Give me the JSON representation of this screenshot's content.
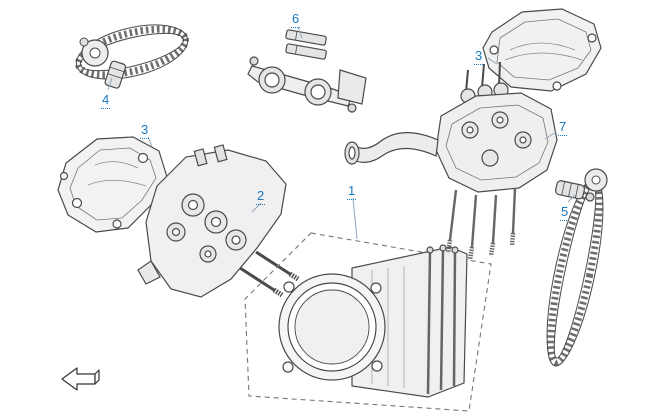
{
  "diagram": {
    "callouts": {
      "c1": {
        "label": "1"
      },
      "c2": {
        "label": "2"
      },
      "c3_left": {
        "label": "3"
      },
      "c3_right": {
        "label": "3"
      },
      "c4": {
        "label": "4"
      },
      "c5": {
        "label": "5"
      },
      "c6": {
        "label": "6"
      },
      "c7": {
        "label": "7"
      }
    },
    "parts": [
      {
        "callout": "1",
        "illustration": "cylinder-block"
      },
      {
        "callout": "2",
        "illustration": "cylinder-head"
      },
      {
        "callout": "3",
        "illustration": "cylinder-head-cover"
      },
      {
        "callout": "4",
        "illustration": "cam-chain-upper-section"
      },
      {
        "callout": "5",
        "illustration": "cam-chain-with-tensioner"
      },
      {
        "callout": "6",
        "illustration": "throttle-body-intake-assembly"
      },
      {
        "callout": "7",
        "illustration": "cylinder-head-assembly"
      }
    ],
    "icons": {
      "direction_arrow": "front-direction-arrow"
    },
    "colors": {
      "callout_blue": "#1878be",
      "line_art": "#4a4a4a",
      "leader_line": "#90a4b8",
      "background": "#ffffff"
    }
  }
}
